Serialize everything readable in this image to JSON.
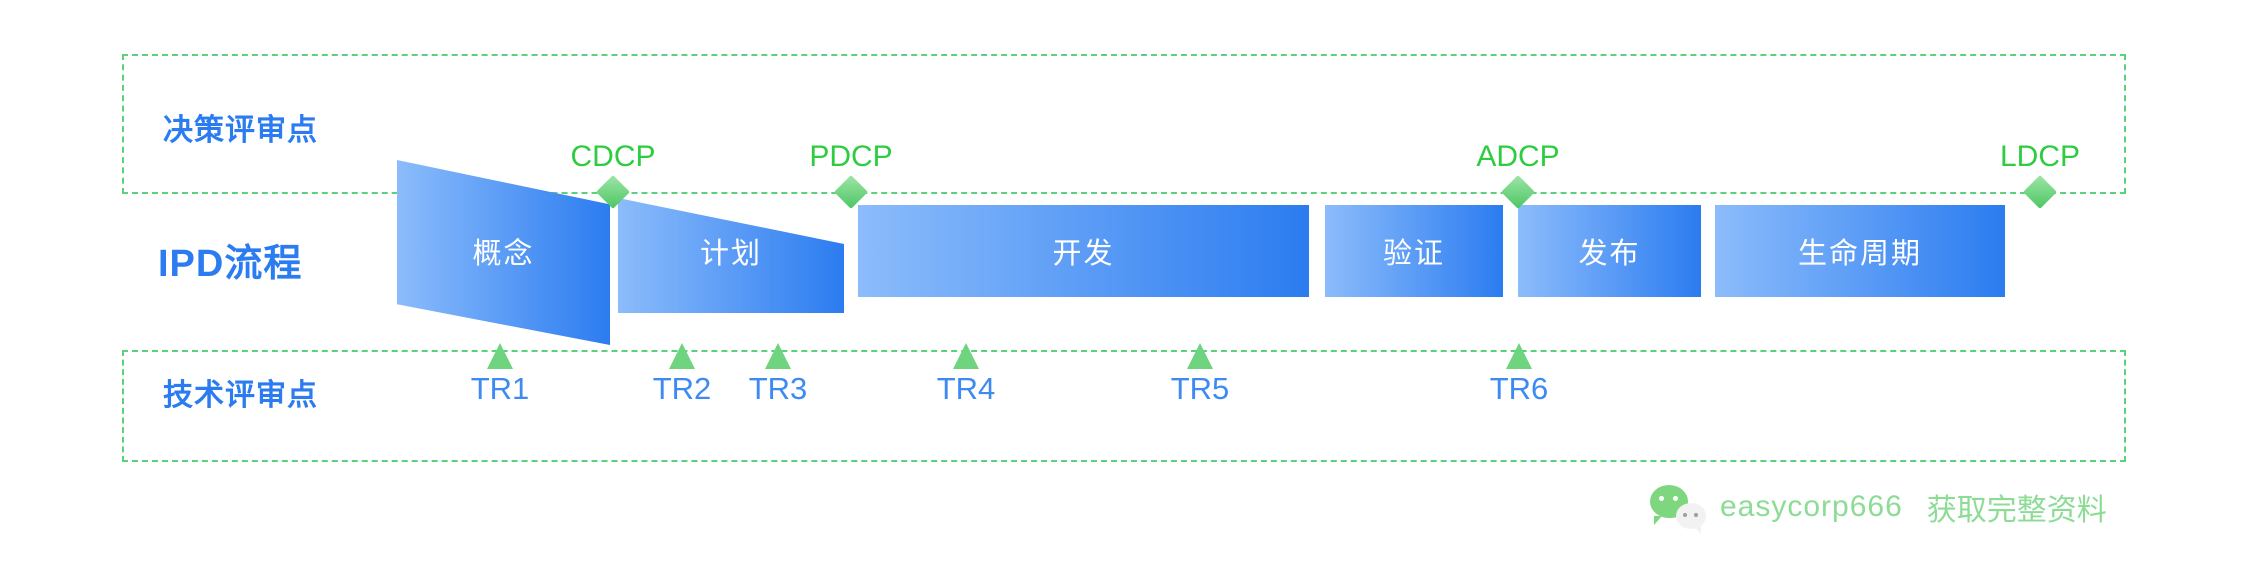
{
  "rows": {
    "decision_label": "决策评审点",
    "process_label": "IPD流程",
    "technical_label": "技术评审点"
  },
  "stages": [
    {
      "name": "concept",
      "label": "概念"
    },
    {
      "name": "plan",
      "label": "计划"
    },
    {
      "name": "develop",
      "label": "开发"
    },
    {
      "name": "verify",
      "label": "验证"
    },
    {
      "name": "release",
      "label": "发布"
    },
    {
      "name": "lifecycle",
      "label": "生命周期"
    }
  ],
  "decision_points": [
    {
      "id": "cdcp",
      "label": "CDCP"
    },
    {
      "id": "pdcp",
      "label": "PDCP"
    },
    {
      "id": "adcp",
      "label": "ADCP"
    },
    {
      "id": "ldcp",
      "label": "LDCP"
    }
  ],
  "technical_reviews": [
    {
      "id": "tr1",
      "label": "TR1"
    },
    {
      "id": "tr2",
      "label": "TR2"
    },
    {
      "id": "tr3",
      "label": "TR3"
    },
    {
      "id": "tr4",
      "label": "TR4"
    },
    {
      "id": "tr5",
      "label": "TR5"
    },
    {
      "id": "tr6",
      "label": "TR6"
    }
  ],
  "footer": {
    "icon": "wechat-icon",
    "wechat_id": "easycorp666",
    "cta": "获取完整资料"
  },
  "colors": {
    "accent_blue": "#2b7cf0",
    "stage_light": "#8cbcfb",
    "accent_green": "#2ecc40",
    "dashed_border": "#5ad17a",
    "triangle_green": "#6ed47f",
    "watermark_green": "#8ddc96",
    "background": "#ffffff"
  }
}
